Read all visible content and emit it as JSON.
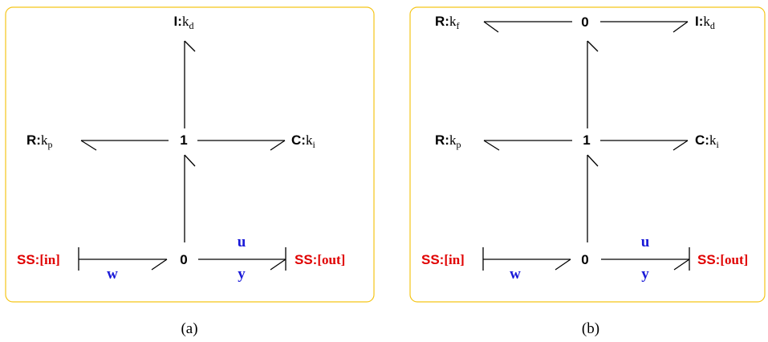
{
  "colors": {
    "frame": "#f5c518",
    "source": "#e00000",
    "signal": "#1a1ad8",
    "bond": "#000000"
  },
  "panel_a": {
    "caption": "(a)",
    "top": {
      "prefix": "I:",
      "k": "k",
      "sub": "d"
    },
    "junction_one": "1",
    "left": {
      "prefix": "R:",
      "k": "k",
      "sub": "p"
    },
    "right": {
      "prefix": "C:",
      "k": "k",
      "sub": "i"
    },
    "junction_zero": "0",
    "ss_in": {
      "prefix": "SS:",
      "arg": "[in]"
    },
    "ss_out": {
      "prefix": "SS:",
      "arg": "[out]"
    },
    "signal_w": "w",
    "signal_u": "u",
    "signal_y": "y"
  },
  "panel_b": {
    "caption": "(b)",
    "top_left": {
      "prefix": "R:",
      "k": "k",
      "sub": "f"
    },
    "top_zero": "0",
    "top_right": {
      "prefix": "I:",
      "k": "k",
      "sub": "d"
    },
    "junction_one": "1",
    "left": {
      "prefix": "R:",
      "k": "k",
      "sub": "p"
    },
    "right": {
      "prefix": "C:",
      "k": "k",
      "sub": "i"
    },
    "junction_zero": "0",
    "ss_in": {
      "prefix": "SS:",
      "arg": "[in]"
    },
    "ss_out": {
      "prefix": "SS:",
      "arg": "[out]"
    },
    "signal_w": "w",
    "signal_u": "u",
    "signal_y": "y"
  }
}
